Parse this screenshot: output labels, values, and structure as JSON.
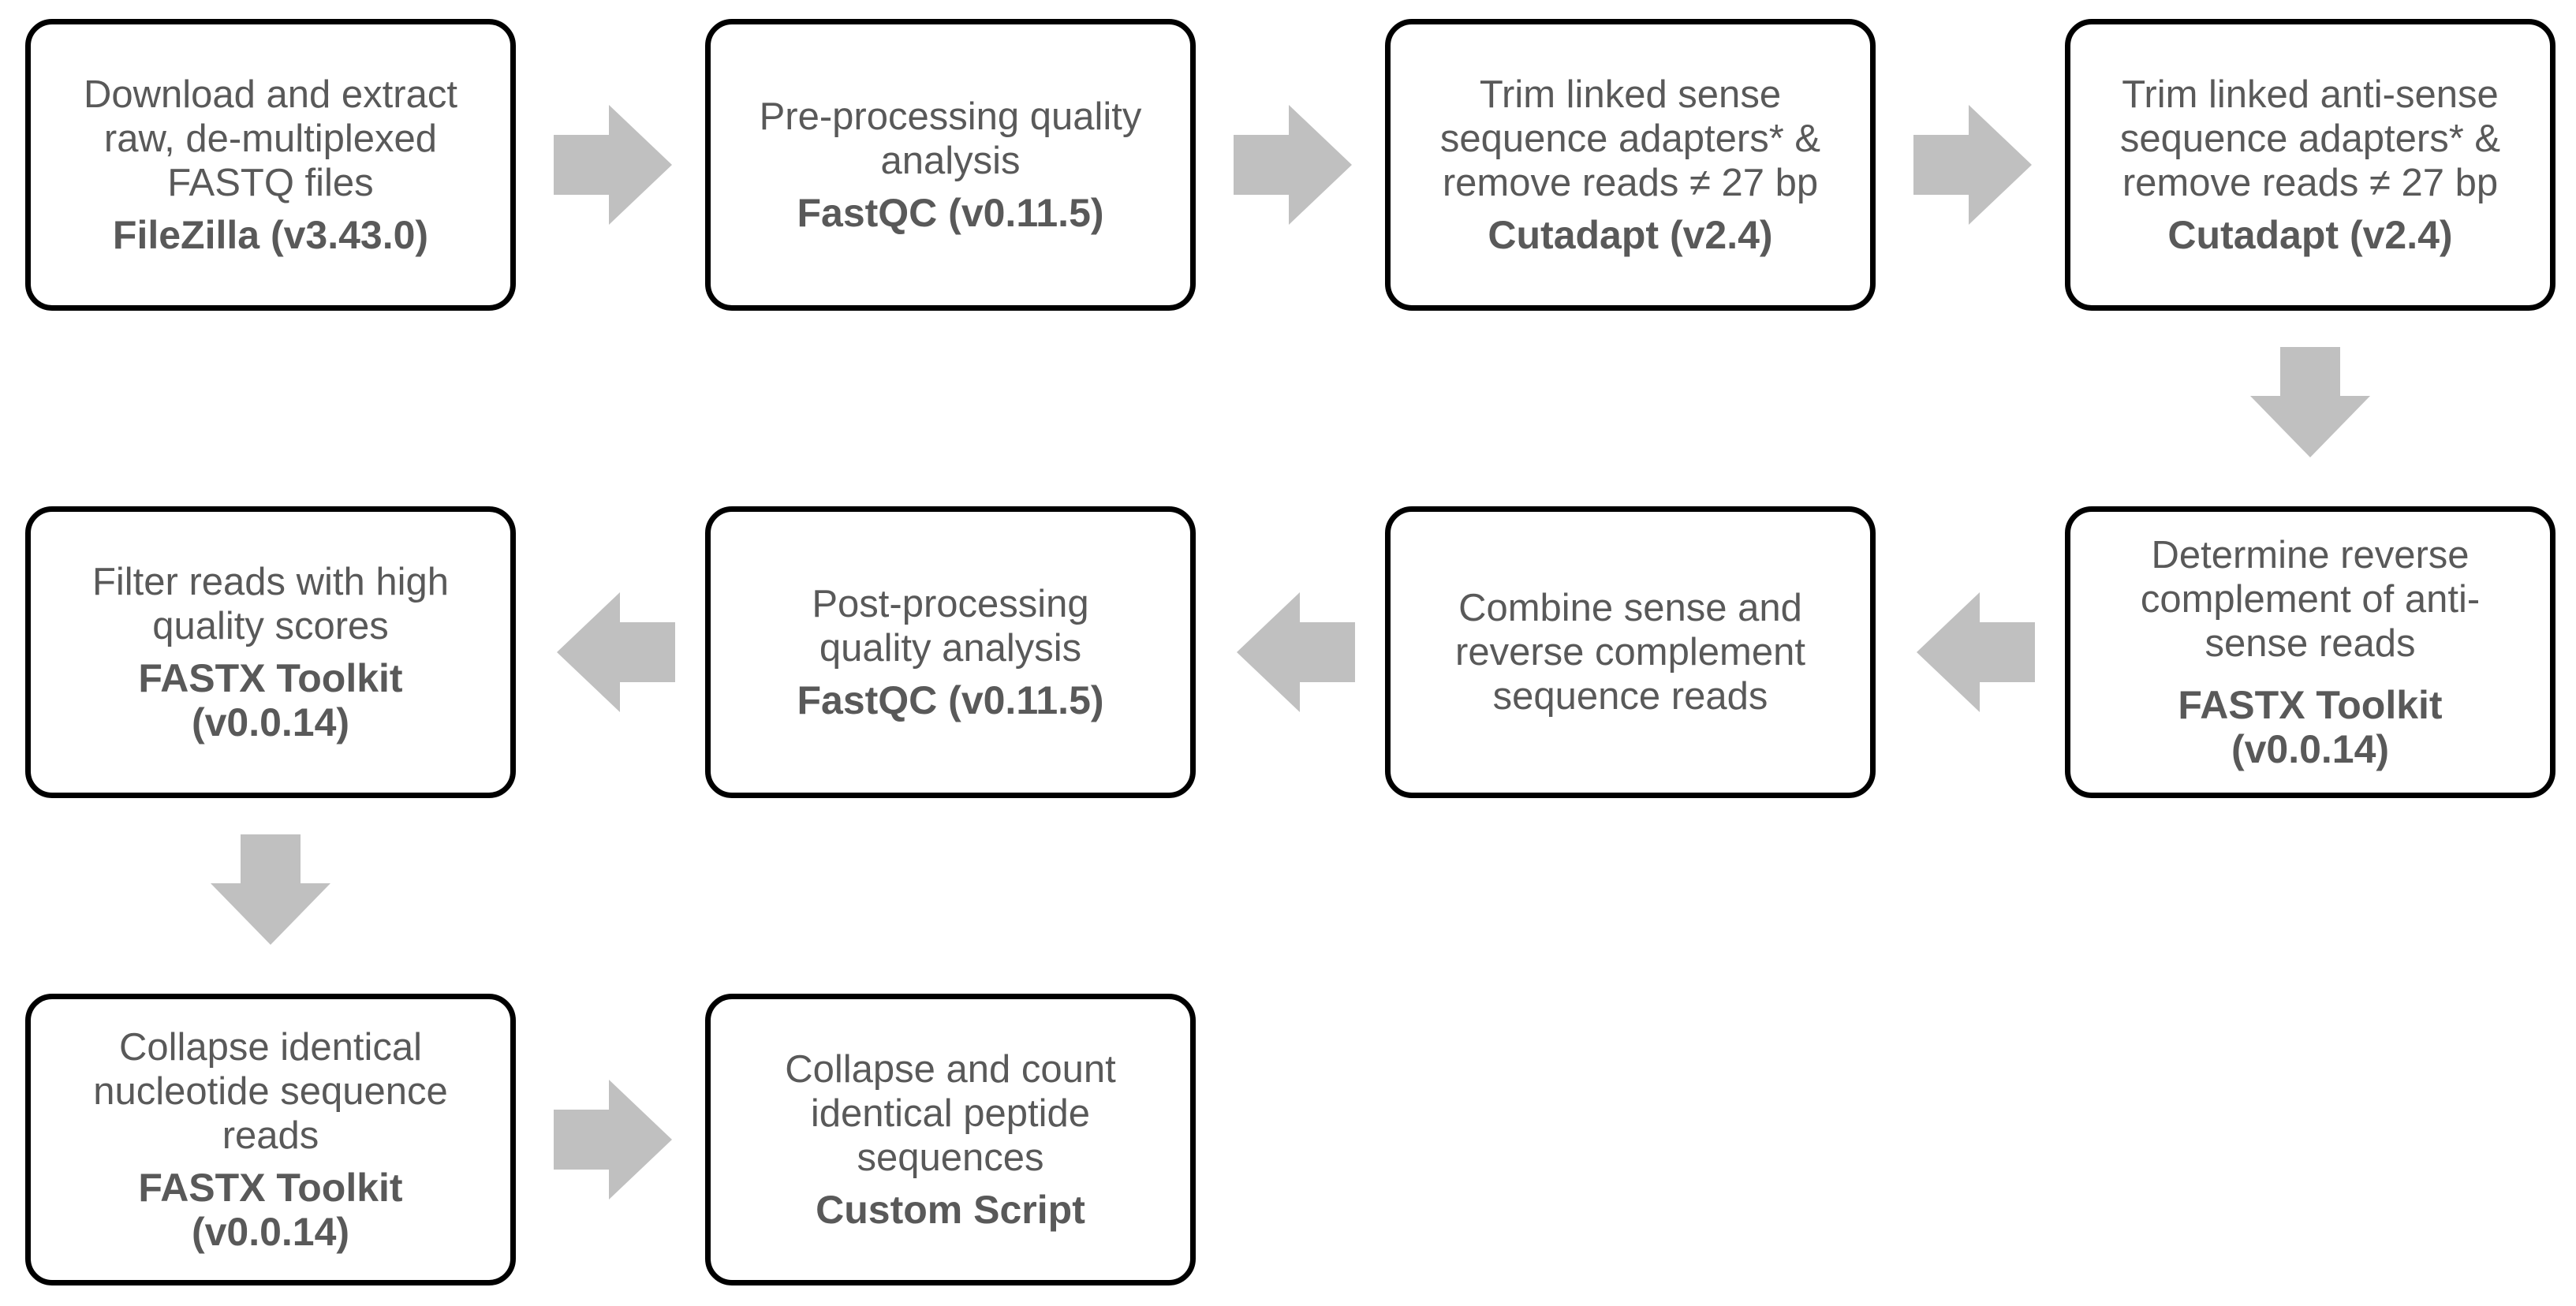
{
  "steps": [
    {
      "desc": "Download and extract\nraw, de-multiplexed\nFASTQ files",
      "tool": "FileZilla (v3.43.0)"
    },
    {
      "desc": "Pre-processing quality\nanalysis",
      "tool": "FastQC (v0.11.5)"
    },
    {
      "desc": "Trim linked sense\nsequence adapters* &\nremove reads ≠ 27 bp",
      "tool": "Cutadapt (v2.4)"
    },
    {
      "desc": "Trim linked anti-sense\nsequence adapters* &\nremove reads ≠ 27 bp",
      "tool": "Cutadapt (v2.4)"
    },
    {
      "desc": "Determine reverse\ncomplement of anti-\nsense reads",
      "tool": "FASTX Toolkit\n(v0.0.14)"
    },
    {
      "desc": "Combine sense and\nreverse complement\nsequence reads",
      "tool": ""
    },
    {
      "desc": "Post-processing\nquality analysis",
      "tool": "FastQC (v0.11.5)"
    },
    {
      "desc": "Filter reads with high\nquality scores",
      "tool": "FASTX Toolkit\n(v0.0.14)"
    },
    {
      "desc": "Collapse identical\nnucleotide sequence\nreads",
      "tool": "FASTX Toolkit\n(v0.0.14)"
    },
    {
      "desc": "Collapse and count\nidentical peptide\nsequences",
      "tool": "Custom Script"
    }
  ],
  "colors": {
    "box_border": "#000000",
    "text": "#595959",
    "arrow": "#c0c0c0"
  }
}
